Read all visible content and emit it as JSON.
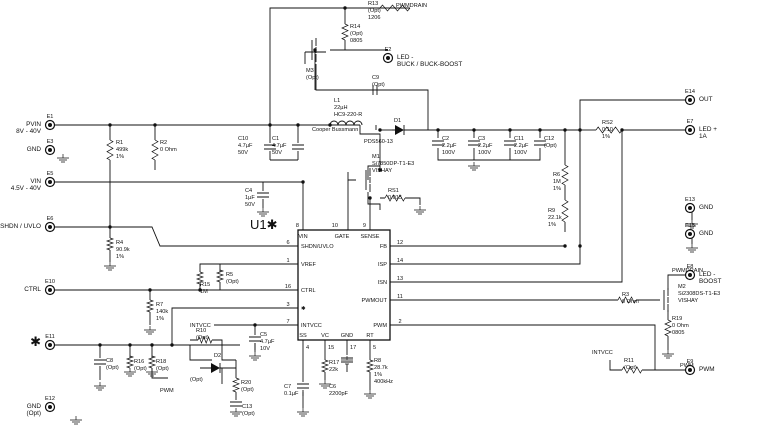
{
  "chip": {
    "name": "U1✱",
    "pins_top": [
      {
        "num": "8",
        "name": "VIN"
      },
      {
        "num": "10",
        "name": "GATE"
      },
      {
        "num": "9",
        "name": "SENSE"
      }
    ],
    "pins_left": [
      {
        "num": "6",
        "name": "SHDN/UVLO"
      },
      {
        "num": "1",
        "name": "VREF"
      },
      {
        "num": "16",
        "name": "CTRL"
      },
      {
        "num": "3",
        "name": "✱"
      },
      {
        "num": "7",
        "name": "INTVCC"
      }
    ],
    "pins_right": [
      {
        "num": "12",
        "name": "FB"
      },
      {
        "num": "14",
        "name": "ISP"
      },
      {
        "num": "13",
        "name": "ISN"
      },
      {
        "num": "11",
        "name": "PWMOUT"
      },
      {
        "num": "2",
        "name": "PWM"
      }
    ],
    "pins_bottom": [
      {
        "num": "4",
        "name": "SS"
      },
      {
        "num": "15",
        "name": "VC"
      },
      {
        "num": "17",
        "name": "GND"
      },
      {
        "num": "5",
        "name": "RT"
      }
    ]
  },
  "terminals": [
    {
      "id": "E1",
      "label": "PVIN",
      "sub": "8V - 40V"
    },
    {
      "id": "E3",
      "label": "GND",
      "sub": ""
    },
    {
      "id": "E5",
      "label": "VIN",
      "sub": "4.5V - 40V"
    },
    {
      "id": "E6",
      "label": "SHDN / UVLO",
      "sub": ""
    },
    {
      "id": "E10",
      "label": "CTRL",
      "sub": ""
    },
    {
      "id": "E11",
      "label": "✱",
      "sub": ""
    },
    {
      "id": "E12",
      "label": "GND",
      "sub": "(Opt)"
    },
    {
      "id": "E2",
      "label": "LED -",
      "sub": "BUCK / BUCK-BOOST"
    },
    {
      "id": "E14",
      "label": "OUT",
      "sub": ""
    },
    {
      "id": "E7",
      "label": "LED +",
      "sub": "1A"
    },
    {
      "id": "E13",
      "label": "GND",
      "sub": ""
    },
    {
      "id": "E15",
      "label": "GND",
      "sub": ""
    },
    {
      "id": "E8",
      "label": "LED -",
      "sub": "BOOST"
    },
    {
      "id": "E9",
      "label": "PWM",
      "sub": ""
    }
  ],
  "resistors": {
    "R1": [
      "R1",
      "499k",
      "1%"
    ],
    "R2": [
      "R2",
      "0 Ohm"
    ],
    "R4": [
      "R4",
      "90.9k",
      "1%"
    ],
    "R5": [
      "R5",
      "(Opt)"
    ],
    "R7": [
      "R7",
      "140k",
      "1%"
    ],
    "R10": [
      "R10",
      "(Opt)"
    ],
    "R13": [
      "R13",
      "(Opt)",
      "1206"
    ],
    "R14": [
      "R14",
      "(Opt)",
      "0805"
    ],
    "R15": [
      "R15",
      "1M"
    ],
    "R16": [
      "R16",
      "(Opt)"
    ],
    "R17": [
      "R17",
      "22k"
    ],
    "R18": [
      "R18",
      "(Opt)"
    ],
    "R20": [
      "R20",
      "(Opt)"
    ],
    "R8": [
      "R8",
      "28.7k",
      "1%",
      "400kHz"
    ],
    "RS1": [
      "RS1",
      "0.015"
    ],
    "RS2": [
      "RS2",
      "0.10",
      "1%"
    ],
    "R6": [
      "R6",
      "1M",
      "1%"
    ],
    "R9": [
      "R9",
      "22.1k",
      "1%"
    ],
    "R3": [
      "R3",
      "0 Ohm"
    ],
    "R19": [
      "R19",
      "0 Ohm",
      "0805"
    ],
    "R11": [
      "R11",
      "(Opt)"
    ]
  },
  "capacitors": {
    "C10": [
      "C10",
      "4.7µF",
      "50V"
    ],
    "C1": [
      "C1",
      "4.7µF",
      "50V"
    ],
    "C4": [
      "C4",
      "1µF",
      "50V"
    ],
    "C9": [
      "C9",
      "(Opt)"
    ],
    "C2": [
      "C2",
      "2.2µF",
      "100V"
    ],
    "C3": [
      "C3",
      "2.2µF",
      "100V"
    ],
    "C11": [
      "C11",
      "2.2µF",
      "100V"
    ],
    "C12": [
      "C12",
      "(Opt)"
    ],
    "C5": [
      "C5",
      "4.7µF",
      "10V"
    ],
    "C8": [
      "C8",
      "(Opt)"
    ],
    "C7": [
      "C7",
      "0.1µF"
    ],
    "C6": [
      "C6",
      "2200pF"
    ],
    "C13": [
      "C13",
      "(Opt)"
    ]
  },
  "parts": {
    "L1": [
      "L1",
      "22µH",
      "HC9-220-R",
      "Cooper Bussmann"
    ],
    "D1": [
      "D1",
      "PDS560-13"
    ],
    "M1": [
      "M1",
      "Si7850DP-T1-E3",
      "VISHAY"
    ],
    "M3": [
      "M3",
      "(Opt)"
    ],
    "M2": [
      "M2",
      "Si2308DS-T1-E3",
      "VISHAY"
    ],
    "D2": [
      "D2",
      "(Opt)"
    ]
  },
  "nets": {
    "pwmdrain_top": "PWMDRAIN",
    "pwmdrain_right": "PWMDRAIN",
    "intvcc_a": "INTVCC",
    "intvcc_b": "INTVCC",
    "pwm_left": "PWM",
    "pwm_right": "PWM"
  }
}
